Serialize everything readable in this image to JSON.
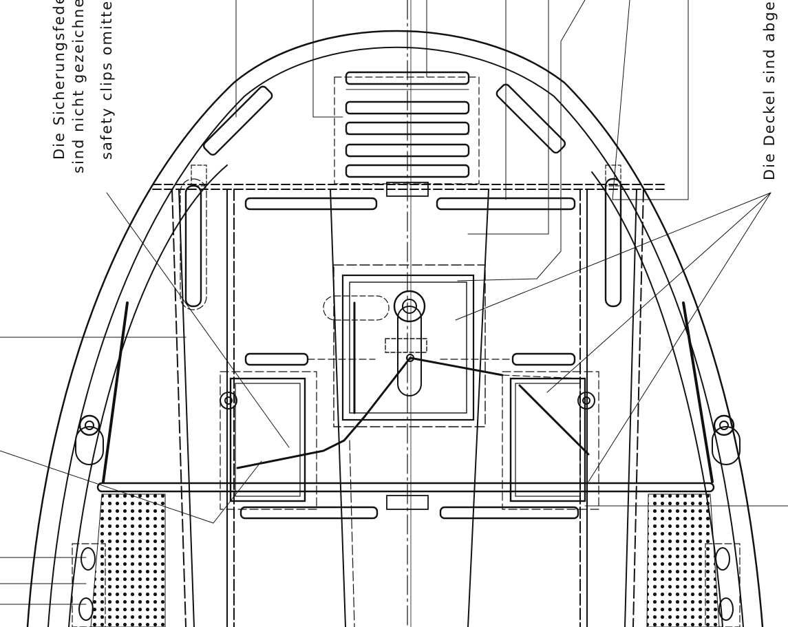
{
  "drawing": {
    "notes": {
      "safety_clips_de_line1": "Die  Sicherungsfedern",
      "safety_clips_de_line2": "sind  nicht  gezeichnet",
      "safety_clips_en": "safety  clips  omitted",
      "cover_note_de": "Die   Deckel  sind  abgenommen"
    }
  },
  "colors": {
    "ink": "#111111",
    "paper": "#ffffff"
  }
}
